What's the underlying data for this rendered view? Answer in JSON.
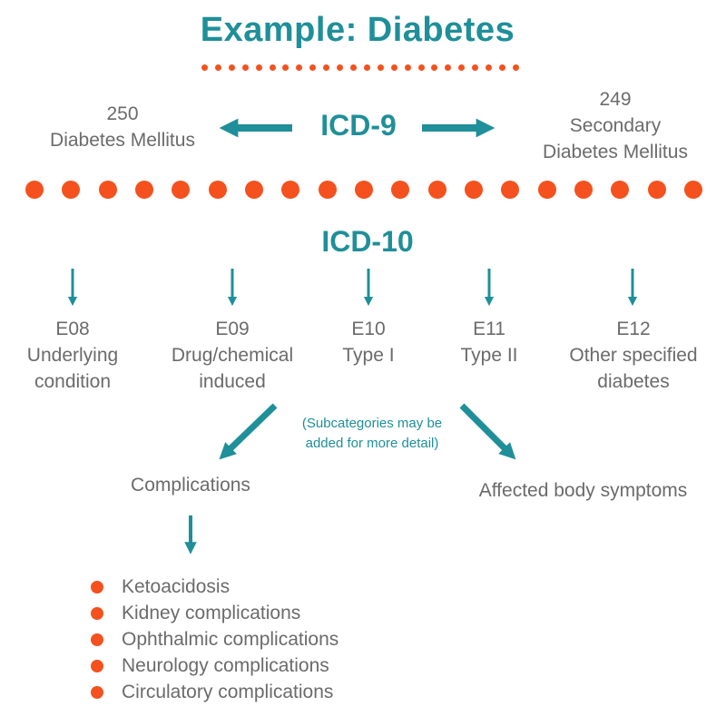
{
  "colors": {
    "teal": "#1f8f99",
    "gray": "#6b6b6b",
    "dot": "#f4511e"
  },
  "title": "Example: Diabetes",
  "icd9": {
    "label": "ICD-9",
    "left": {
      "code": "250",
      "name": "Diabetes Mellitus"
    },
    "right": {
      "code": "249",
      "name_line1": "Secondary",
      "name_line2": "Diabetes Mellitus"
    }
  },
  "icd10": {
    "label": "ICD-10",
    "codes": [
      {
        "code": "E08",
        "line1": "Underlying",
        "line2": "condition"
      },
      {
        "code": "E09",
        "line1": "Drug/chemical",
        "line2": "induced"
      },
      {
        "code": "E10",
        "line1": "Type I",
        "line2": ""
      },
      {
        "code": "E11",
        "line1": "Type II",
        "line2": ""
      },
      {
        "code": "E12",
        "line1": "Other specified",
        "line2": "diabetes"
      }
    ]
  },
  "note": {
    "line1": "(Subcategories may be",
    "line2": "added for more detail)"
  },
  "complications": {
    "label": "Complications",
    "items": [
      "Ketoacidosis",
      "Kidney complications",
      "Ophthalmic complications",
      "Neurology complications",
      "Circulatory complications"
    ]
  },
  "affected": "Affected body symptoms"
}
